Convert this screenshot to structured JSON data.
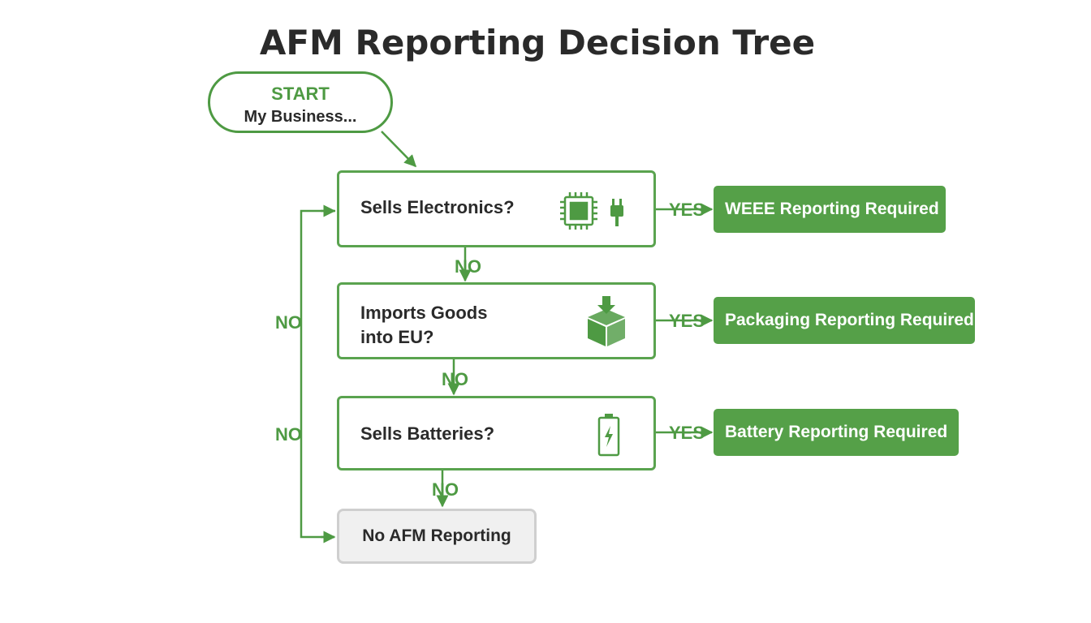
{
  "title": "AFM Reporting Decision Tree",
  "start": {
    "label": "START",
    "subtitle": "My Business..."
  },
  "questions": [
    {
      "text_lines": [
        "Sells Electronics?"
      ],
      "icon": "chip-plug-icon",
      "yes_label": "YES",
      "result": "WEEE Reporting Required",
      "no_label": "NO"
    },
    {
      "text_lines": [
        "Imports Goods",
        "into EU?"
      ],
      "icon": "box-import-icon",
      "yes_label": "YES",
      "result": "Packaging Reporting Required",
      "no_label": "NO"
    },
    {
      "text_lines": [
        "Sells Batteries?"
      ],
      "icon": "battery-icon",
      "yes_label": "YES",
      "result": "Battery Reporting Required",
      "no_label": "NO"
    }
  ],
  "loop_labels": [
    "NO",
    "NO"
  ],
  "end": {
    "label": "No AFM Reporting"
  },
  "colors": {
    "accent": "#4e9a43",
    "result_fill": "#55a048",
    "text": "#2a2a2a",
    "end_fill": "#f0f0f0"
  }
}
